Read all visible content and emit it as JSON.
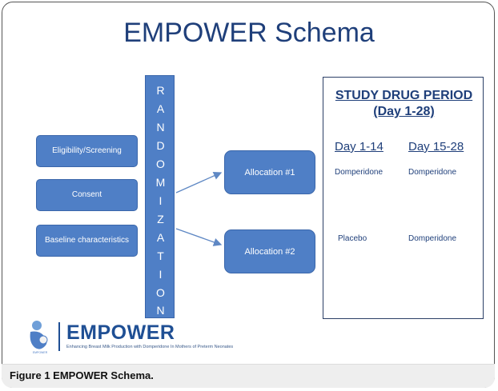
{
  "title": "EMPOWER Schema",
  "left_boxes": [
    "Eligibility/Screening",
    "Consent",
    "Baseline characteristics"
  ],
  "randomization_letters": [
    "R",
    "A",
    "N",
    "D",
    "O",
    "M",
    "I",
    "Z",
    "A",
    "T",
    "I",
    "O",
    "N"
  ],
  "allocations": [
    "Allocation #1",
    "Allocation  #2"
  ],
  "study_period": {
    "title_line1": "STUDY DRUG PERIOD",
    "title_line2": "(Day 1-28)",
    "columns": [
      "Day 1-14",
      "Day 15-28"
    ],
    "rows": [
      [
        "Domperidone",
        "Domperidone"
      ],
      [
        "Placebo",
        "Domperidone"
      ]
    ]
  },
  "logo": {
    "word": "EMPOWER",
    "tagline": "Enhancing Breast Milk Production with Domperidone In Mothers of Preterm Neonates"
  },
  "caption": "Figure 1 EMPOWER Schema."
}
